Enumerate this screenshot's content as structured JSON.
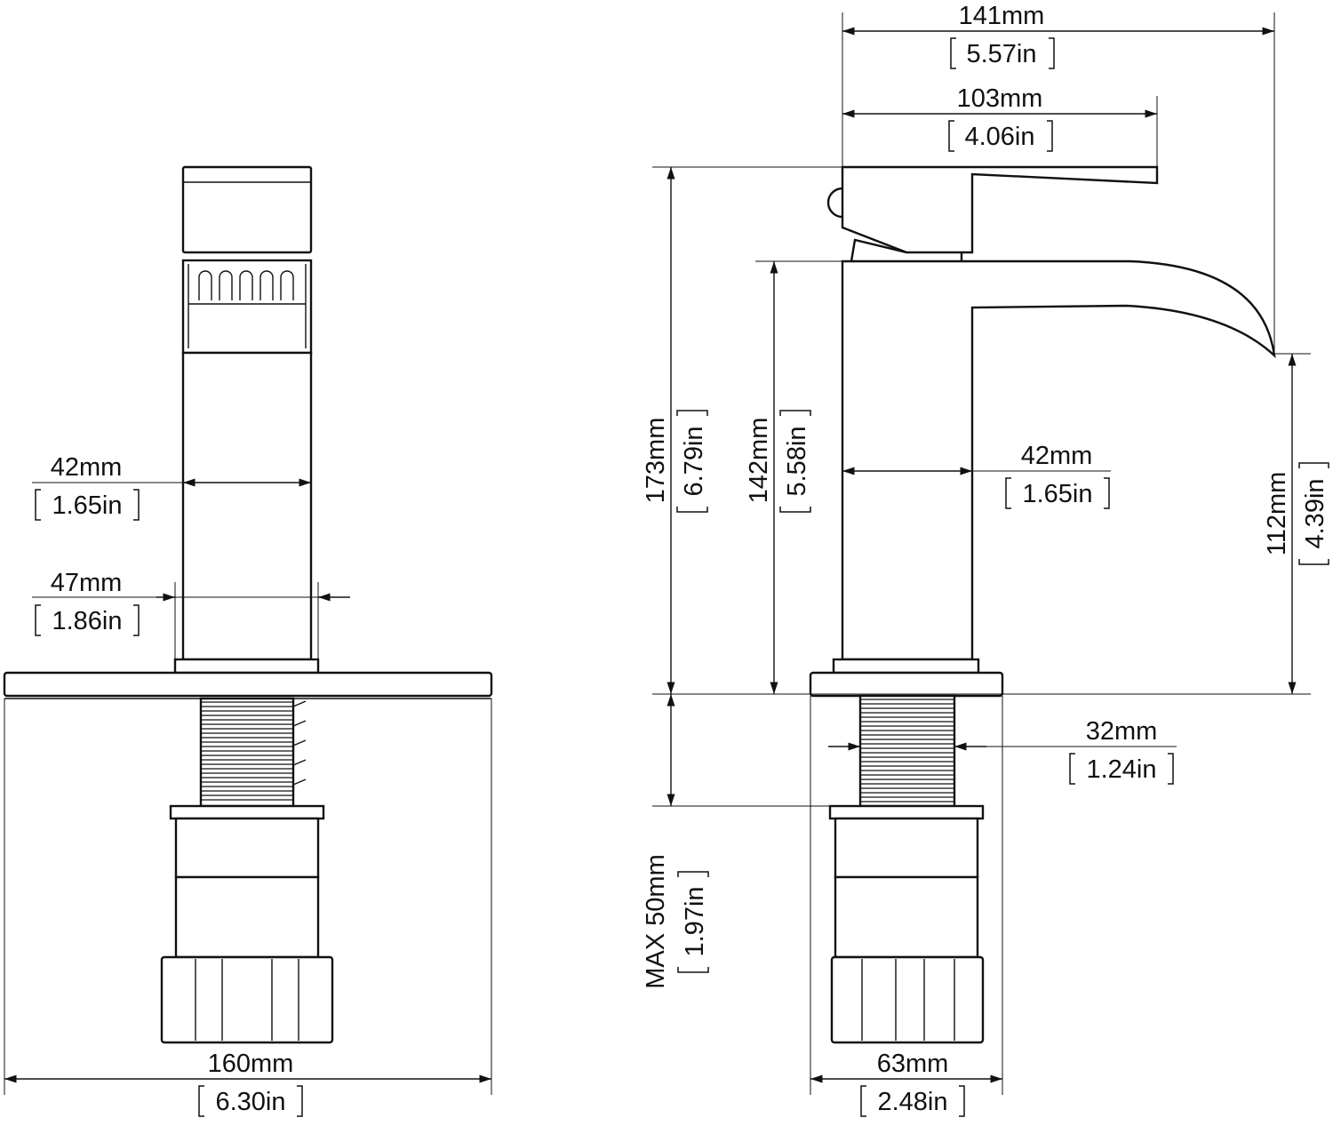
{
  "diagram": {
    "colors": {
      "line": "#111111",
      "background": "#ffffff"
    },
    "dimensions": {
      "front_handle_width": {
        "mm": "42mm",
        "in": "1.65in"
      },
      "front_base_width": {
        "mm": "47mm",
        "in": "1.86in"
      },
      "front_plate_width": {
        "mm": "160mm",
        "in": "6.30in"
      },
      "side_total_depth": {
        "mm": "141mm",
        "in": "5.57in"
      },
      "side_handle_depth": {
        "mm": "103mm",
        "in": "4.06in"
      },
      "side_total_height": {
        "mm": "173mm",
        "in": "6.79in"
      },
      "side_body_height": {
        "mm": "142mm",
        "in": "5.58in"
      },
      "side_body_width": {
        "mm": "42mm",
        "in": "1.65in"
      },
      "side_spout_height": {
        "mm": "112mm",
        "in": "4.39in"
      },
      "side_shank_diameter": {
        "mm": "32mm",
        "in": "1.24in"
      },
      "side_max_deck": {
        "mm": "MAX 50mm",
        "in": "1.97in"
      },
      "side_base_width": {
        "mm": "63mm",
        "in": "2.48in"
      }
    }
  }
}
